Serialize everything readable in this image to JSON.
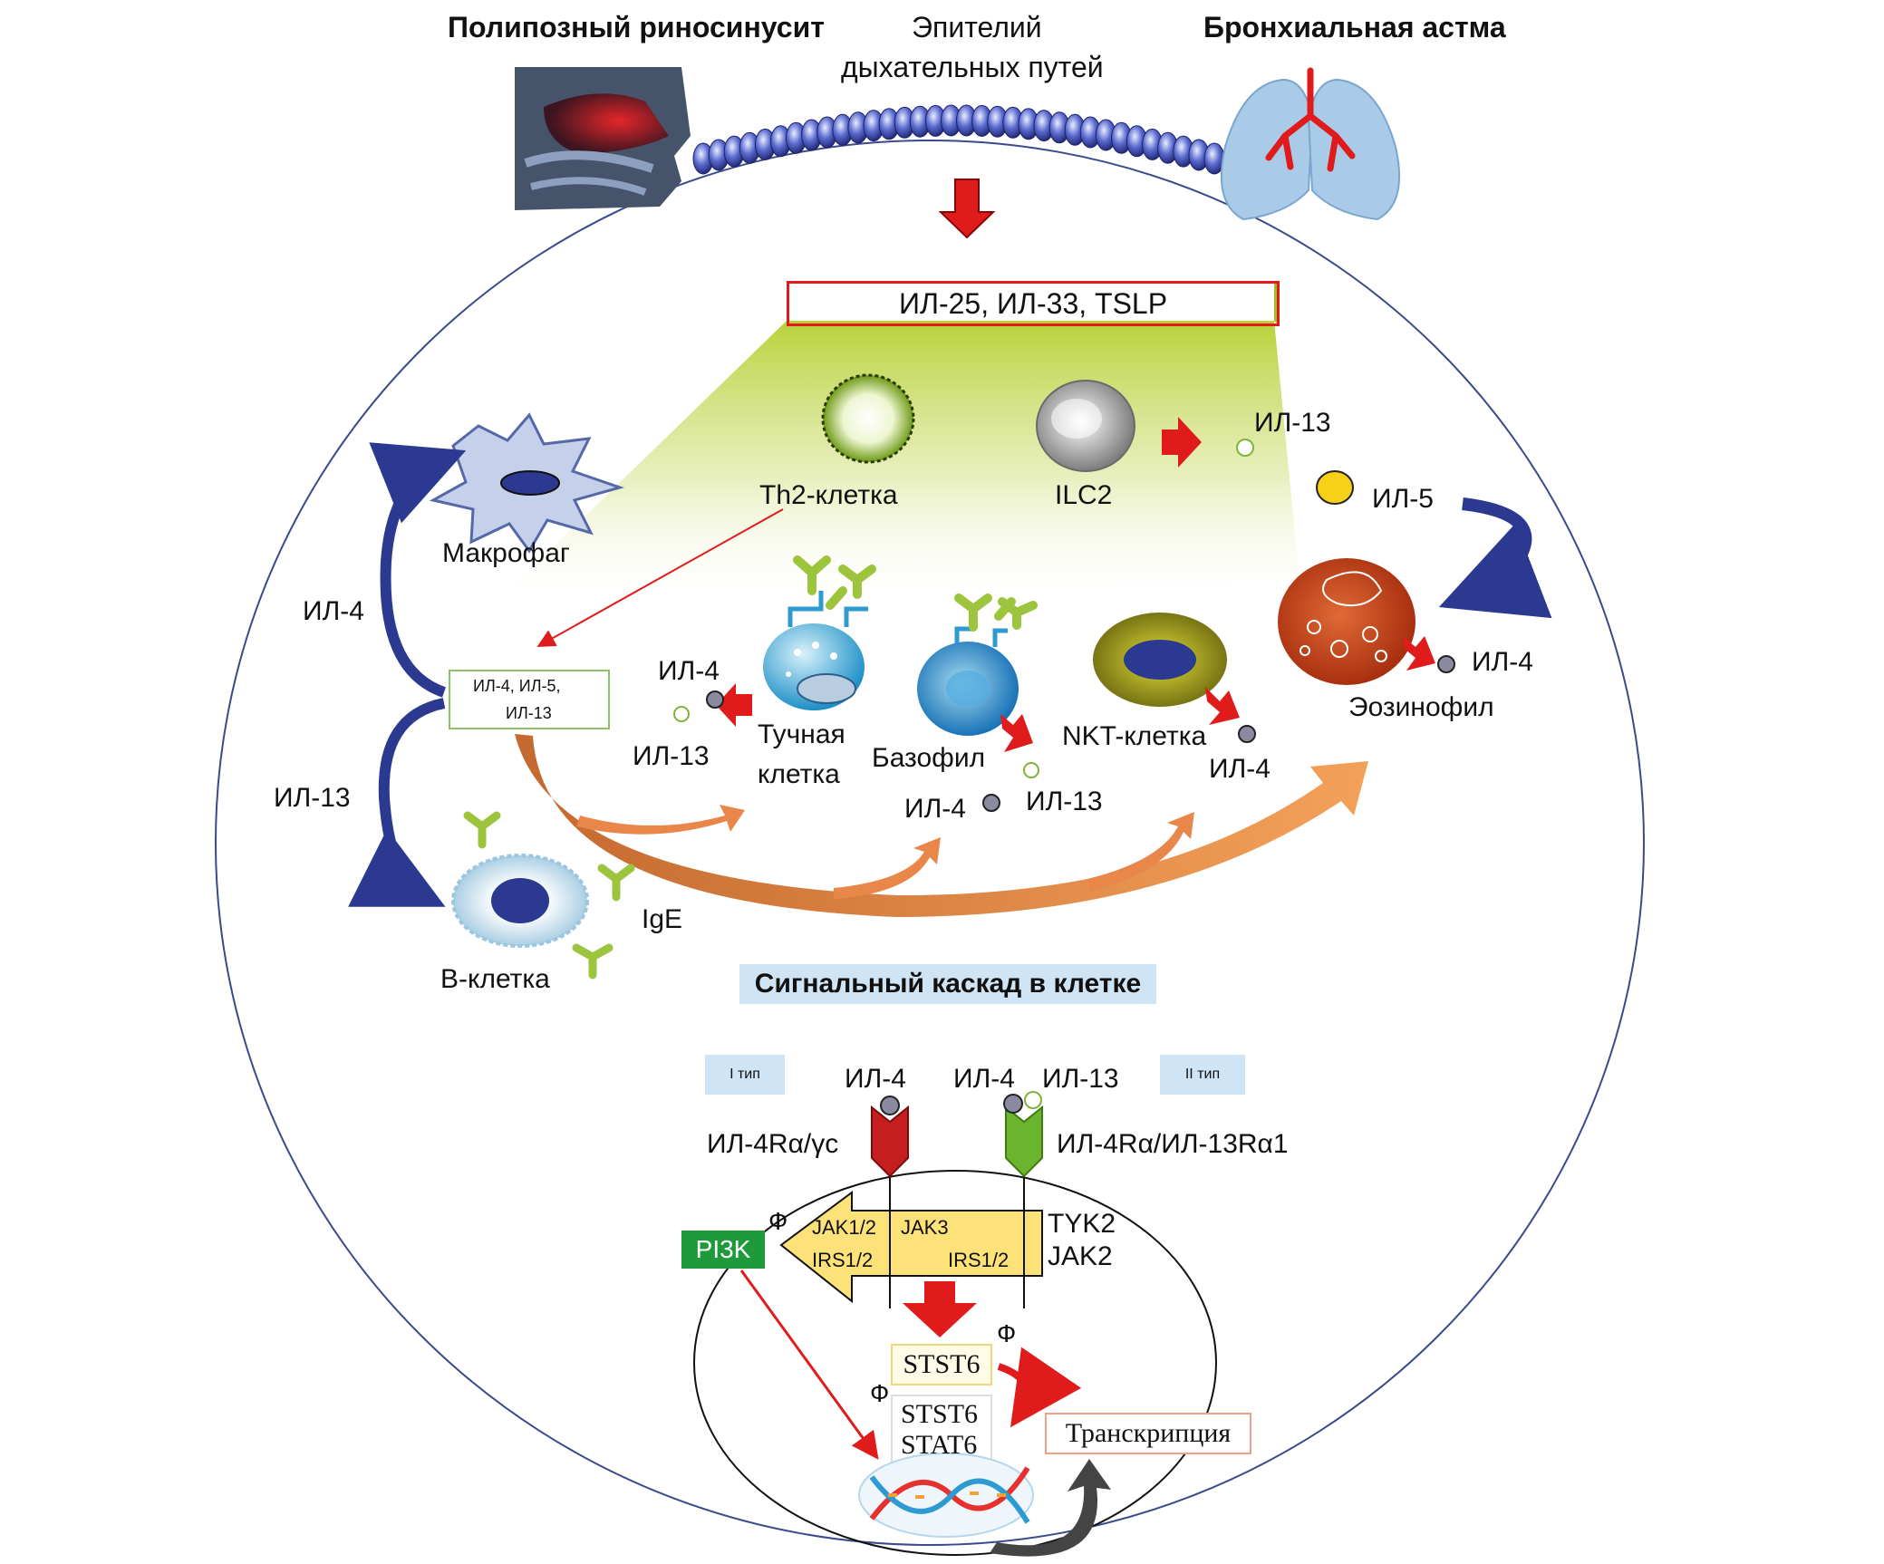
{
  "header": {
    "left_disease": "Полипозный риносинусит",
    "epithelium_line1": "Эпителий",
    "epithelium_line2": "дыхательных путей",
    "right_disease": "Бронхиальная астма"
  },
  "cytokine_box": "ИЛ-25, ИЛ-33, TSLP",
  "cells": {
    "th2": "Th2-клетка",
    "ilc2": "ILC2",
    "macrophage": "Макрофаг",
    "mast_line1": "Тучная",
    "mast_line2": "клетка",
    "basophil": "Базофил",
    "nkt": "NKT-клетка",
    "eosinophil": "Эозинофил",
    "bcell": "В-клетка",
    "ige": "IgE"
  },
  "cytokines": {
    "il13_ilc2": "ИЛ-13",
    "il5": "ИЛ-5",
    "il4_eos": "ИЛ-4",
    "il4_left": "ИЛ-4",
    "il13_left": "ИЛ-13",
    "th2_box_line1": "ИЛ-4, ИЛ-5,",
    "th2_box_line2": "ИЛ-13",
    "il4_mast": "ИЛ-4",
    "il13_mast": "ИЛ-13",
    "il4_baso": "ИЛ-4",
    "il13_baso": "ИЛ-13",
    "il4_nkt": "ИЛ-4"
  },
  "cascade": {
    "title": "Сигнальный каскад в клетке",
    "type1": "I тип",
    "type2": "II тип",
    "il4_a": "ИЛ-4",
    "il4_b": "ИЛ-4",
    "il13": "ИЛ-13",
    "receptor1": "ИЛ-4Rα/γc",
    "receptor2": "ИЛ-4Rα/ИЛ-13Rα1",
    "jak12": "JAK1/2",
    "jak3": "JAK3",
    "irs_a": "IRS1/2",
    "irs_b": "IRS1/2",
    "tyk2": "TYK2",
    "jak2": "JAK2",
    "pi3k": "PI3K",
    "phi1": "Ф",
    "phi2": "Ф",
    "phi3": "Ф",
    "stat_a": "STST6",
    "stat_b1": "STST6",
    "stat_b2": "STAT6",
    "transcription": "Транскрипция"
  },
  "colors": {
    "accent_red": "#e01b1b",
    "navy": "#2b3990",
    "orange": "#e9874a",
    "green_receptor": "#6bb52e",
    "pi3k_green": "#1e9a3b",
    "gold_bar": "#fde27a",
    "label_blue_bg": "#cfe4f4",
    "ige_green": "#9cc43c"
  }
}
